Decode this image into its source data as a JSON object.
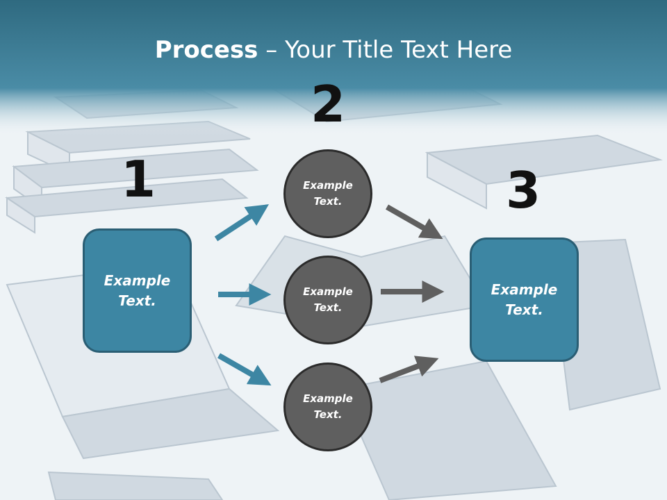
{
  "title": {
    "bold": "Process",
    "rest": " – Your Title Text Here"
  },
  "colors": {
    "header": "#3e7f97",
    "box": "#3d86a3",
    "circle": "#5f5f5f",
    "arrow_blue": "#3d86a3",
    "arrow_gray": "#5f5f5f"
  },
  "steps": [
    {
      "number": "1",
      "text": "Example Text."
    },
    {
      "number": "2",
      "text": "Example Text."
    },
    {
      "number": "3",
      "text": "Example Text."
    }
  ],
  "middle": [
    {
      "text": "Example Text."
    },
    {
      "text": "Example Text."
    },
    {
      "text": "Example Text."
    }
  ]
}
